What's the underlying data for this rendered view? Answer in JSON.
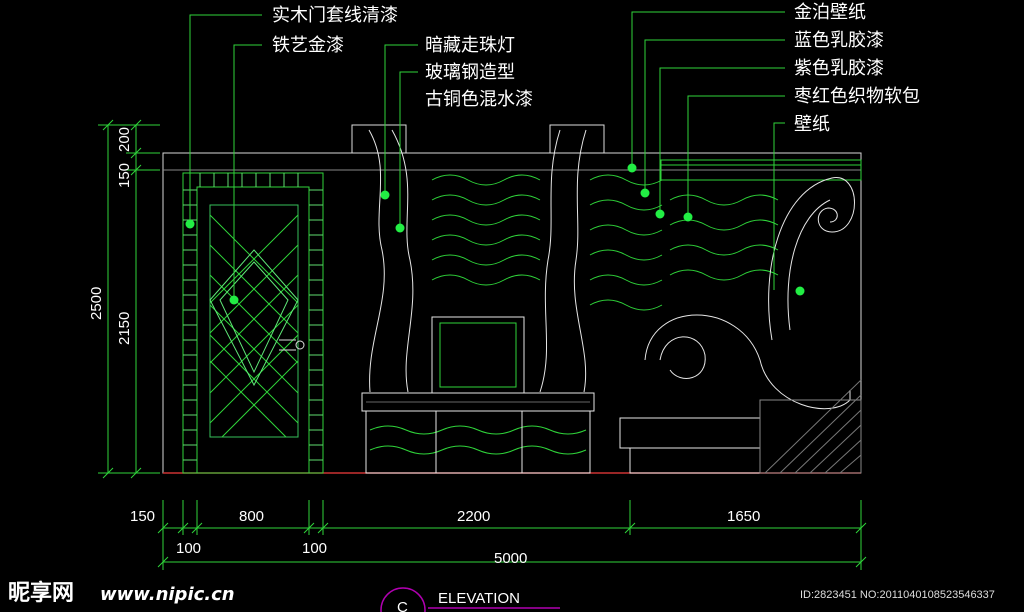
{
  "labels": {
    "l1": "实木门套线清漆",
    "l2": "铁艺金漆",
    "l3": "暗藏走珠灯",
    "l4": "玻璃钢造型",
    "l5": "古铜色混水漆",
    "r1": "金泊壁纸",
    "r2": "蓝色乳胶漆",
    "r3": "紫色乳胶漆",
    "r4": "枣红色织物软包",
    "r5": "壁纸"
  },
  "dimensions": {
    "v200": "200",
    "v150": "150",
    "v2500": "2500",
    "v2150": "2150",
    "h150": "150",
    "h800": "800",
    "h2200": "2200",
    "h1650": "1650",
    "h100a": "100",
    "h100b": "100",
    "h5000": "5000"
  },
  "footer": {
    "view_label": "ELEVATION",
    "circle_letter": "C",
    "watermark_cn": "昵享网",
    "watermark_url": "www.nipic.cn",
    "id_text": "ID:2823451 NO:20110401085235463​37"
  },
  "colors": {
    "line_green": "#2fd43a",
    "dot_green": "#22ee44",
    "white": "#ffffff",
    "gray": "#9a9a9a",
    "circle": "#b000b0"
  }
}
